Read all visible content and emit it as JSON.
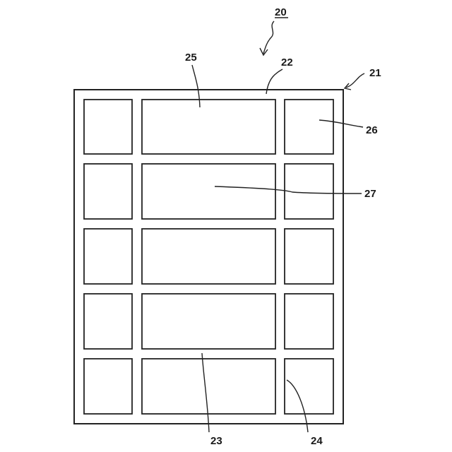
{
  "diagram": {
    "labels": {
      "assembly": "20",
      "frame": "21",
      "frame_top_rail": "22",
      "lower_middle_cell": "23",
      "lower_right_cell": "24",
      "top_middle_cell": "25",
      "top_right_cell": "26",
      "second_row_middle_cell": "27"
    },
    "grid": {
      "rows": 5,
      "columns": 3
    }
  }
}
